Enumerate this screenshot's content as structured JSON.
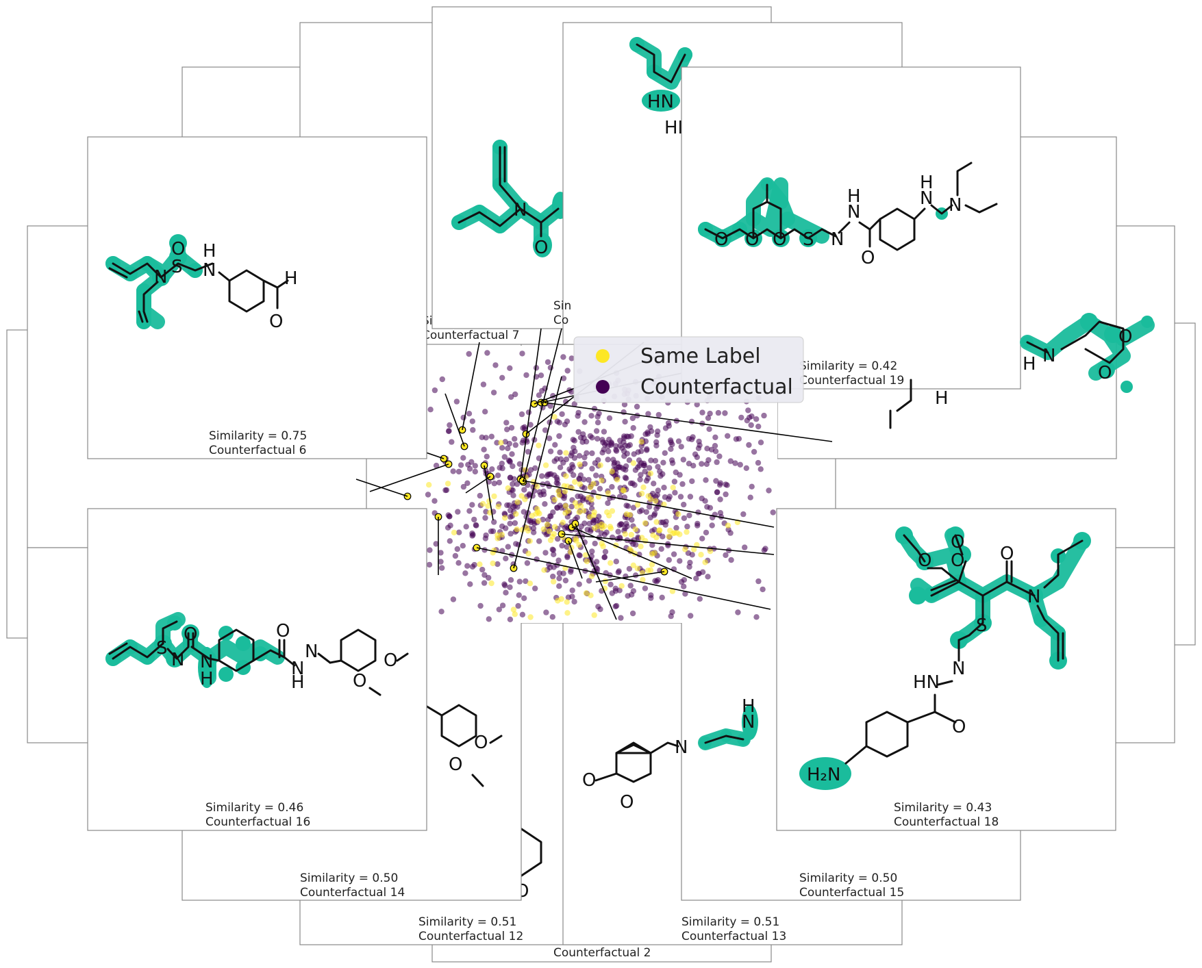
{
  "chart_data": {
    "type": "scatter",
    "title": "",
    "xlabel": "",
    "ylabel": "",
    "grid": false,
    "legend": {
      "placement": "top-right of plot",
      "entries": [
        {
          "label": "Same Label",
          "color": "#fde725"
        },
        {
          "label": "Counterfactual",
          "color": "#440154"
        }
      ]
    },
    "colors": {
      "same_label": "#fde725",
      "counterfactual": "#440154",
      "highlight": "#1abc9c"
    },
    "series": [
      {
        "name": "Same Label",
        "count_hint": 180
      },
      {
        "name": "Counterfactual",
        "count_hint": 900
      }
    ],
    "cards": [
      {
        "id": 1,
        "sim_label": "",
        "cf_label": ""
      },
      {
        "id": 2,
        "sim_label": "",
        "cf_label": "Counterfactual 2"
      },
      {
        "id": 6,
        "sim_label": "Similarity = 0.75",
        "cf_label": "Counterfactual 6"
      },
      {
        "id": 7,
        "sim_label": "Si",
        "cf_label": "Counterfactual 7"
      },
      {
        "id": 8,
        "sim_label": "Sin",
        "cf_label": "Co"
      },
      {
        "id": 12,
        "sim_label": "Similarity = 0.51",
        "cf_label": "Counterfactual 12"
      },
      {
        "id": 13,
        "sim_label": "Similarity = 0.51",
        "cf_label": "Counterfactual 13"
      },
      {
        "id": 14,
        "sim_label": "Similarity = 0.50",
        "cf_label": "Counterfactual 14"
      },
      {
        "id": 15,
        "sim_label": "Similarity = 0.50",
        "cf_label": "Counterfactual 15"
      },
      {
        "id": 16,
        "sim_label": "Similarity = 0.46",
        "cf_label": "Counterfactual 16"
      },
      {
        "id": 18,
        "sim_label": "Similarity = 0.43",
        "cf_label": "Counterfactual 18"
      },
      {
        "id": 19,
        "sim_label": "Similarity = 0.42",
        "cf_label": "Counterfactual 19"
      }
    ]
  }
}
